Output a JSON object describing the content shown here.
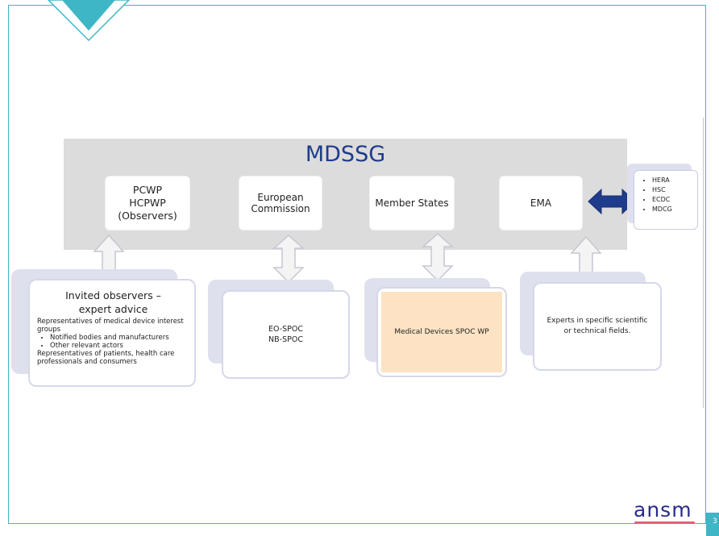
{
  "diagram": {
    "title": "MDSSG",
    "members": [
      {
        "label": "PCWP\nHCPWP\n(Observers)"
      },
      {
        "label": "European\nCommission"
      },
      {
        "label": "Member States"
      },
      {
        "label": "EMA"
      }
    ],
    "side_list": [
      "HERA",
      "HSC",
      "ECDC",
      "MDCG"
    ],
    "groups": {
      "observers": {
        "heading_line1": "Invited observers –",
        "heading_line2": "expert advice",
        "intro": "Representatives of medical device interest groups",
        "bullets": [
          "Notified bodies and manufacturers",
          "Other relevant actors"
        ],
        "outro": "Representatives of patients, health care professionals and consumers"
      },
      "commission": {
        "line1": "EO-SPOC",
        "line2": "NB-SPOC"
      },
      "member_states": {
        "label": "Medical Devices SPOC WP"
      },
      "ema": {
        "label": "Experts in specific scientific\nor technical fields."
      }
    }
  },
  "footer": {
    "logo_text": "ansm",
    "page_number": "3"
  },
  "colors": {
    "accent": "#3fb6c6",
    "title": "#1f3b8c",
    "arrow": "#1f3b8c",
    "highlight": "#fde3c3"
  }
}
